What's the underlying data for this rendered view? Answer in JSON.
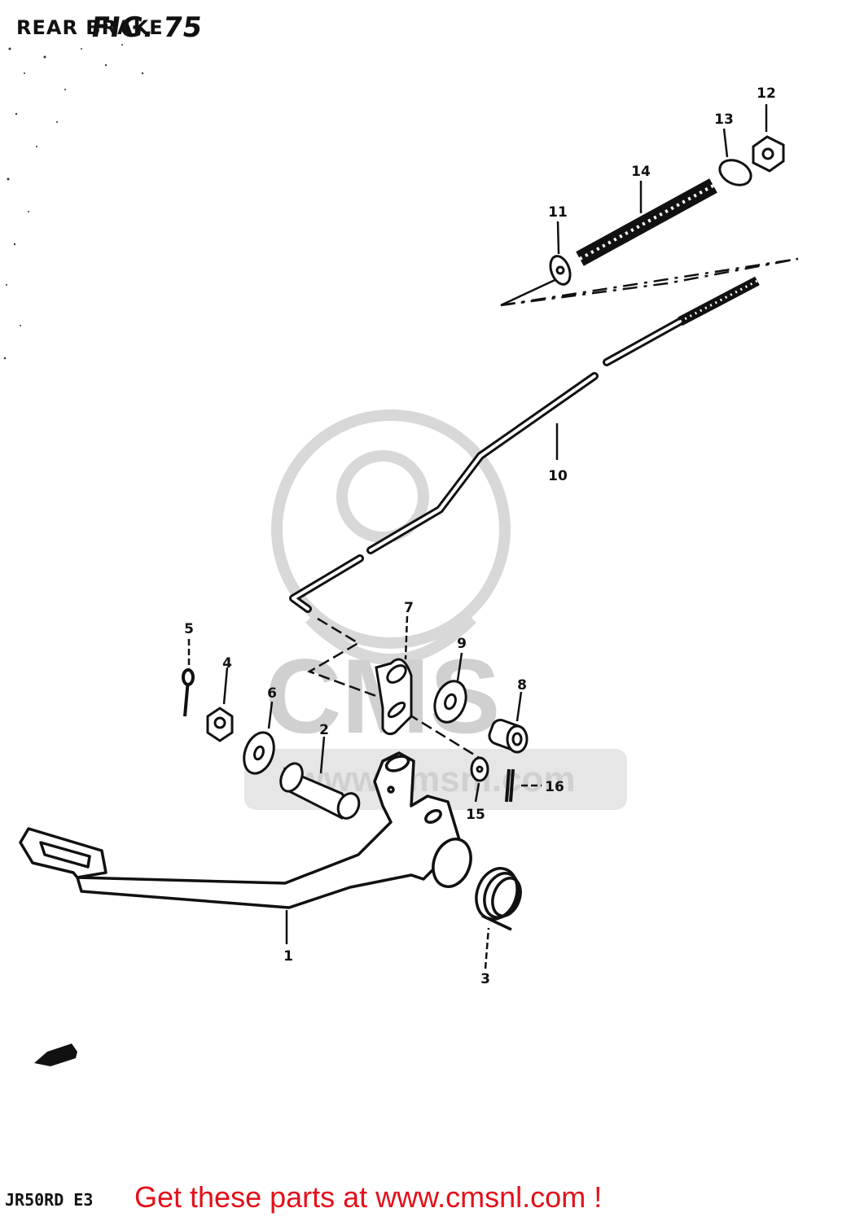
{
  "diagram": {
    "title": "REAR BRAKE",
    "figure_ref": "FIG. 75",
    "model_code": "JR50RD E3",
    "promo_text": "Get these parts at www.cmsnl.com !",
    "watermark": {
      "brand": "CMS",
      "url": "www.cmsnl.com",
      "color": "#d0d0d0"
    },
    "promo_color": "#e3101a",
    "callouts": [
      "1",
      "2",
      "3",
      "4",
      "5",
      "6",
      "7",
      "8",
      "9",
      "10",
      "11",
      "12",
      "13",
      "14",
      "15",
      "16"
    ],
    "parts": [
      {
        "ref": "1",
        "name": "brake-pedal"
      },
      {
        "ref": "2",
        "name": "pedal-shaft"
      },
      {
        "ref": "3",
        "name": "return-spring"
      },
      {
        "ref": "4",
        "name": "nut"
      },
      {
        "ref": "5",
        "name": "bolt"
      },
      {
        "ref": "6",
        "name": "washer"
      },
      {
        "ref": "7",
        "name": "pedal-plate"
      },
      {
        "ref": "8",
        "name": "bushing"
      },
      {
        "ref": "9",
        "name": "washer"
      },
      {
        "ref": "10",
        "name": "brake-rod"
      },
      {
        "ref": "11",
        "name": "washer"
      },
      {
        "ref": "12",
        "name": "adjusting-nut"
      },
      {
        "ref": "13",
        "name": "joint"
      },
      {
        "ref": "14",
        "name": "spring"
      },
      {
        "ref": "15",
        "name": "washer"
      },
      {
        "ref": "16",
        "name": "cotter-pin"
      }
    ]
  }
}
